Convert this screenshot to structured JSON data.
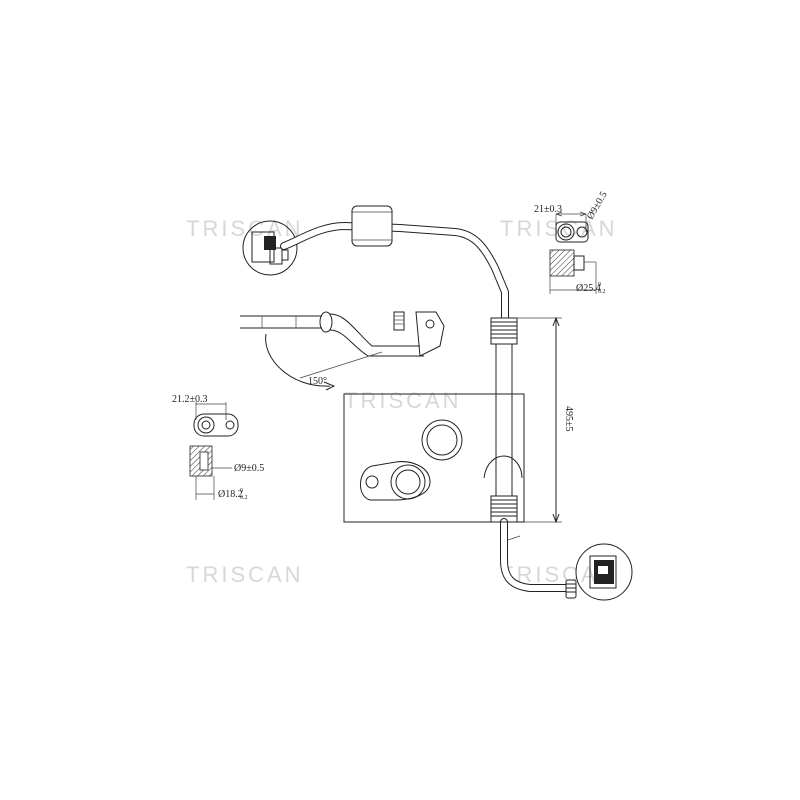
{
  "watermark": "TRISCAN",
  "dimensions": {
    "outer_diameter_top_right": "21±0.3",
    "diameter_rotated_top_right": "Ø9±0.5",
    "inner_diameter_top_right": "Ø25.4",
    "inner_diameter_top_right_tol_upper": "0",
    "inner_diameter_top_right_tol_lower": "0.2",
    "angle": "150°",
    "outer_diameter_left": "21.2±0.3",
    "bore_diameter_left": "Ø9±0.5",
    "inner_diameter_left": "Ø18.2",
    "inner_diameter_left_tol_upper": "0",
    "inner_diameter_left_tol_lower": "0.2",
    "length_vertical": "495±5"
  },
  "colors": {
    "line": "#222222",
    "watermark": "#d7d7d7",
    "background": "#ffffff"
  }
}
